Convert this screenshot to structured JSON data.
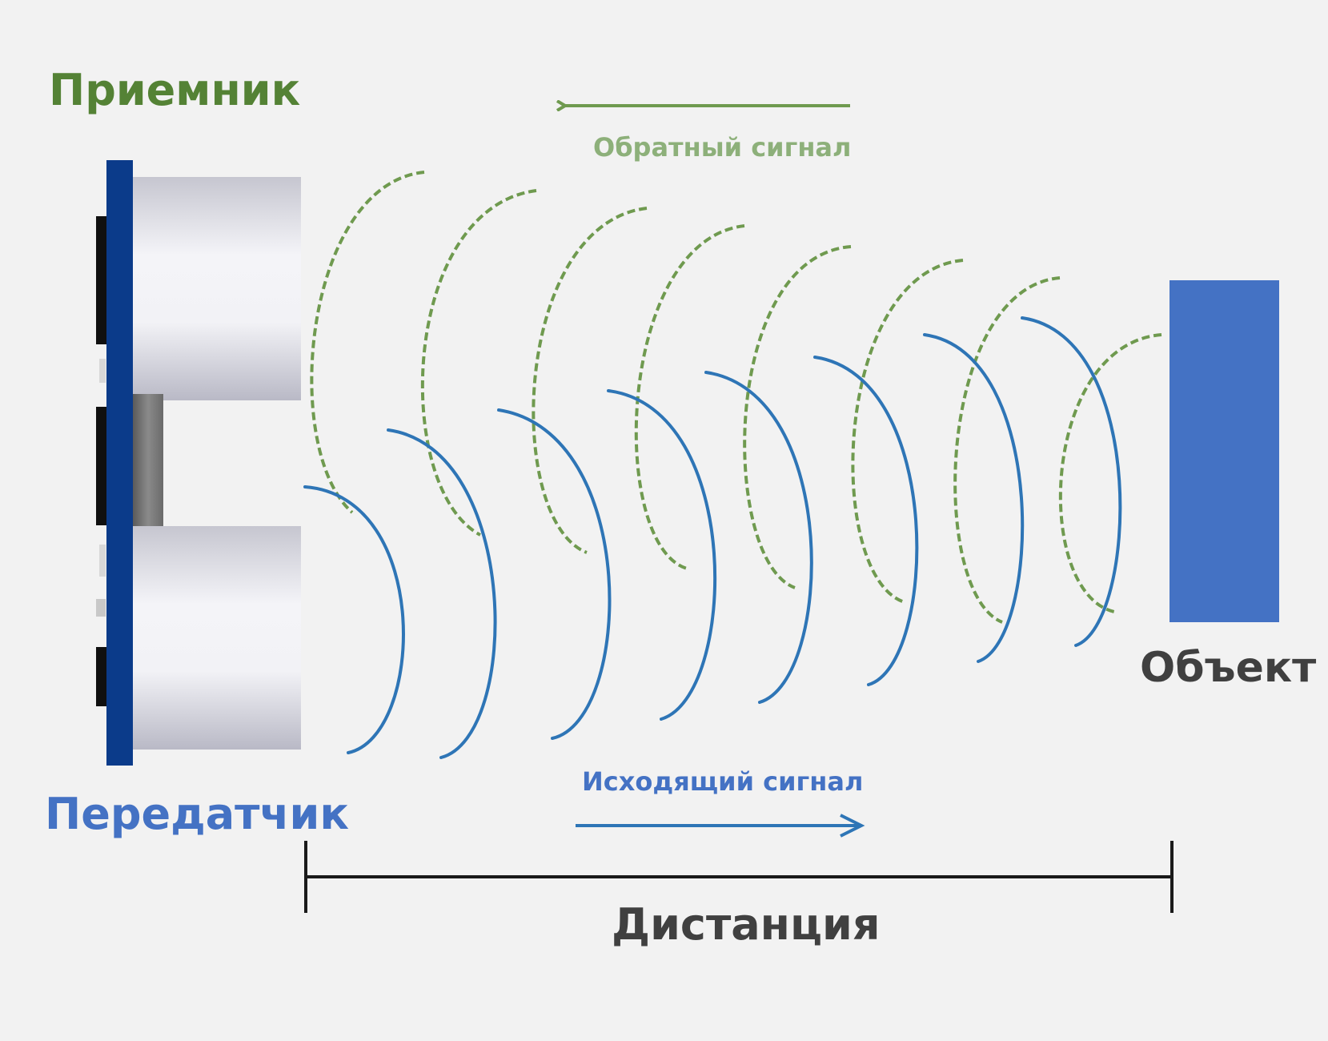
{
  "labels": {
    "receiver": "Приемник",
    "transmitter": "Передатчик",
    "object": "Объект",
    "distance": "Дистанция",
    "echo_signal": "Обратный сигнал",
    "outgoing_signal": "Исходящий сигнал"
  },
  "colors": {
    "background": "#f2f2f2",
    "receiver": "#548235",
    "transmitter": "#4472c4",
    "echo_arc": "#6f9a4f",
    "outgoing_arc": "#2e75b6",
    "board": "#0b3b8a",
    "object": "#4472c4",
    "text_dark": "#404040"
  }
}
